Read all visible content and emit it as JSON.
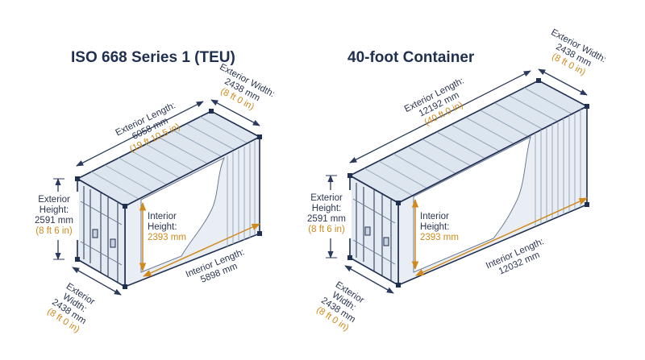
{
  "left": {
    "title": "ISO 668 Series 1 (TEU)",
    "ext_length": {
      "label": "Exterior Length:",
      "metric": "6058 mm",
      "imperial": "(19 ft 10.5 in)"
    },
    "ext_width_top": {
      "label": "Exterior Width:",
      "metric": "2438 mm",
      "imperial": "(8 ft 0 in)"
    },
    "ext_height": {
      "label1": "Exterior",
      "label2": "Height:",
      "metric": "2591 mm",
      "imperial": "(8 ft 6 in)"
    },
    "int_height": {
      "label1": "Interior",
      "label2": "Height:",
      "metric": "2393 mm"
    },
    "int_length": {
      "label": "Interior Length:",
      "metric": "5898 mm"
    },
    "ext_width_bottom": {
      "label1": "Exterior",
      "label2": "Width:",
      "metric": "2438 mm",
      "imperial": "(8 ft 0 in)"
    }
  },
  "right": {
    "title": "40-foot Container",
    "ext_length": {
      "label": "Exterior Length:",
      "metric": "12192 mm",
      "imperial": "(40 ft 0 in)"
    },
    "ext_width_top": {
      "label": "Exterior Width:",
      "metric": "2438 mm",
      "imperial": "(8 ft 0 in)"
    },
    "ext_height": {
      "label1": "Exterior",
      "label2": "Height:",
      "metric": "2591 mm",
      "imperial": "(8 ft 6 in)"
    },
    "int_height": {
      "label1": "Interior",
      "label2": "Height:",
      "metric": "2393 mm"
    },
    "int_length": {
      "label": "Interior Length:",
      "metric": "12032 mm"
    },
    "ext_width_bottom": {
      "label1": "Exterior",
      "label2": "Width:",
      "metric": "2438 mm",
      "imperial": "(8 ft 0 in)"
    }
  },
  "colors": {
    "outline": "#1f2f4f",
    "body_fill": "#e9eef4",
    "roof_fill": "#dde5ee",
    "inside_fill": "#ffffff",
    "dim_line": "#2b3a5c",
    "accent": "#d08a1c"
  }
}
